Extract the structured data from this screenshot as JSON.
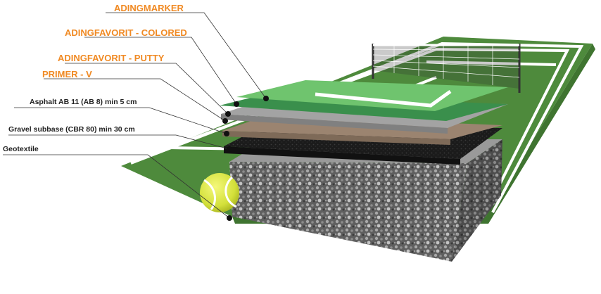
{
  "layers": [
    {
      "id": "adingmarker",
      "label": "ADINGMARKER",
      "style": "accent"
    },
    {
      "id": "colored",
      "label": "ADINGFAVORIT - COLORED",
      "style": "accent"
    },
    {
      "id": "putty",
      "label": "ADINGFAVORIT - PUTTY",
      "style": "accent"
    },
    {
      "id": "primer",
      "label": "PRIMER - V",
      "style": "accent"
    },
    {
      "id": "asphalt",
      "label": "Asphalt AB 11 (AB 8) min 5 cm",
      "style": "plain"
    },
    {
      "id": "gravel",
      "label": "Gravel subbase (CBR 80) min 30 cm",
      "style": "plain"
    },
    {
      "id": "geotextile",
      "label": "Geotextile",
      "style": "plain"
    }
  ],
  "colors": {
    "accent_label": "#f08a24",
    "plain_label": "#222222",
    "court_green": "#4e8a3c",
    "court_light": "#6fc46e",
    "line_white": "#ffffff",
    "primer_gray": "#9a9a9a",
    "putty_brown": "#9b8470",
    "asphalt_black": "#1e1e1e",
    "gravel_gray": "#7a7a7a"
  },
  "icons": [
    "tennis-ball-icon",
    "tennis-net-icon"
  ]
}
